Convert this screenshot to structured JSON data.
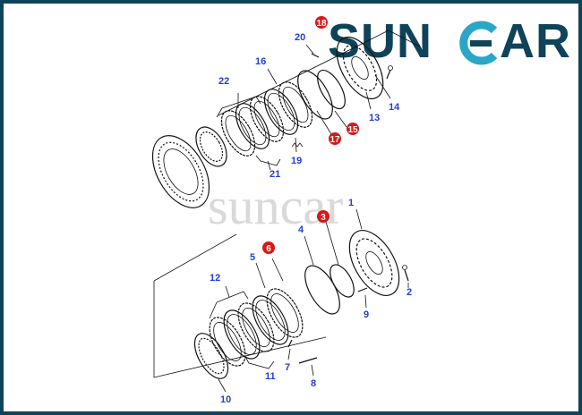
{
  "brand": {
    "logo_left": "SUN",
    "logo_right": "AR",
    "watermark": "suncar",
    "color_dark": "#0f4359",
    "color_accent": "#2aa6c8"
  },
  "callouts": {
    "c1": "1",
    "c2": "2",
    "c3": "3",
    "c4": "4",
    "c5": "5",
    "c6": "6",
    "c7": "7",
    "c8": "8",
    "c9": "9",
    "c10": "10",
    "c11": "11",
    "c12": "12",
    "c13": "13",
    "c14": "14",
    "c15": "15",
    "c16": "16",
    "c17": "17",
    "c18": "18",
    "c19": "19",
    "c20": "20",
    "c21": "21",
    "c22": "22"
  },
  "colors": {
    "callout": "#1f3fd6",
    "badge": "#d81818",
    "lines": "#111111"
  }
}
